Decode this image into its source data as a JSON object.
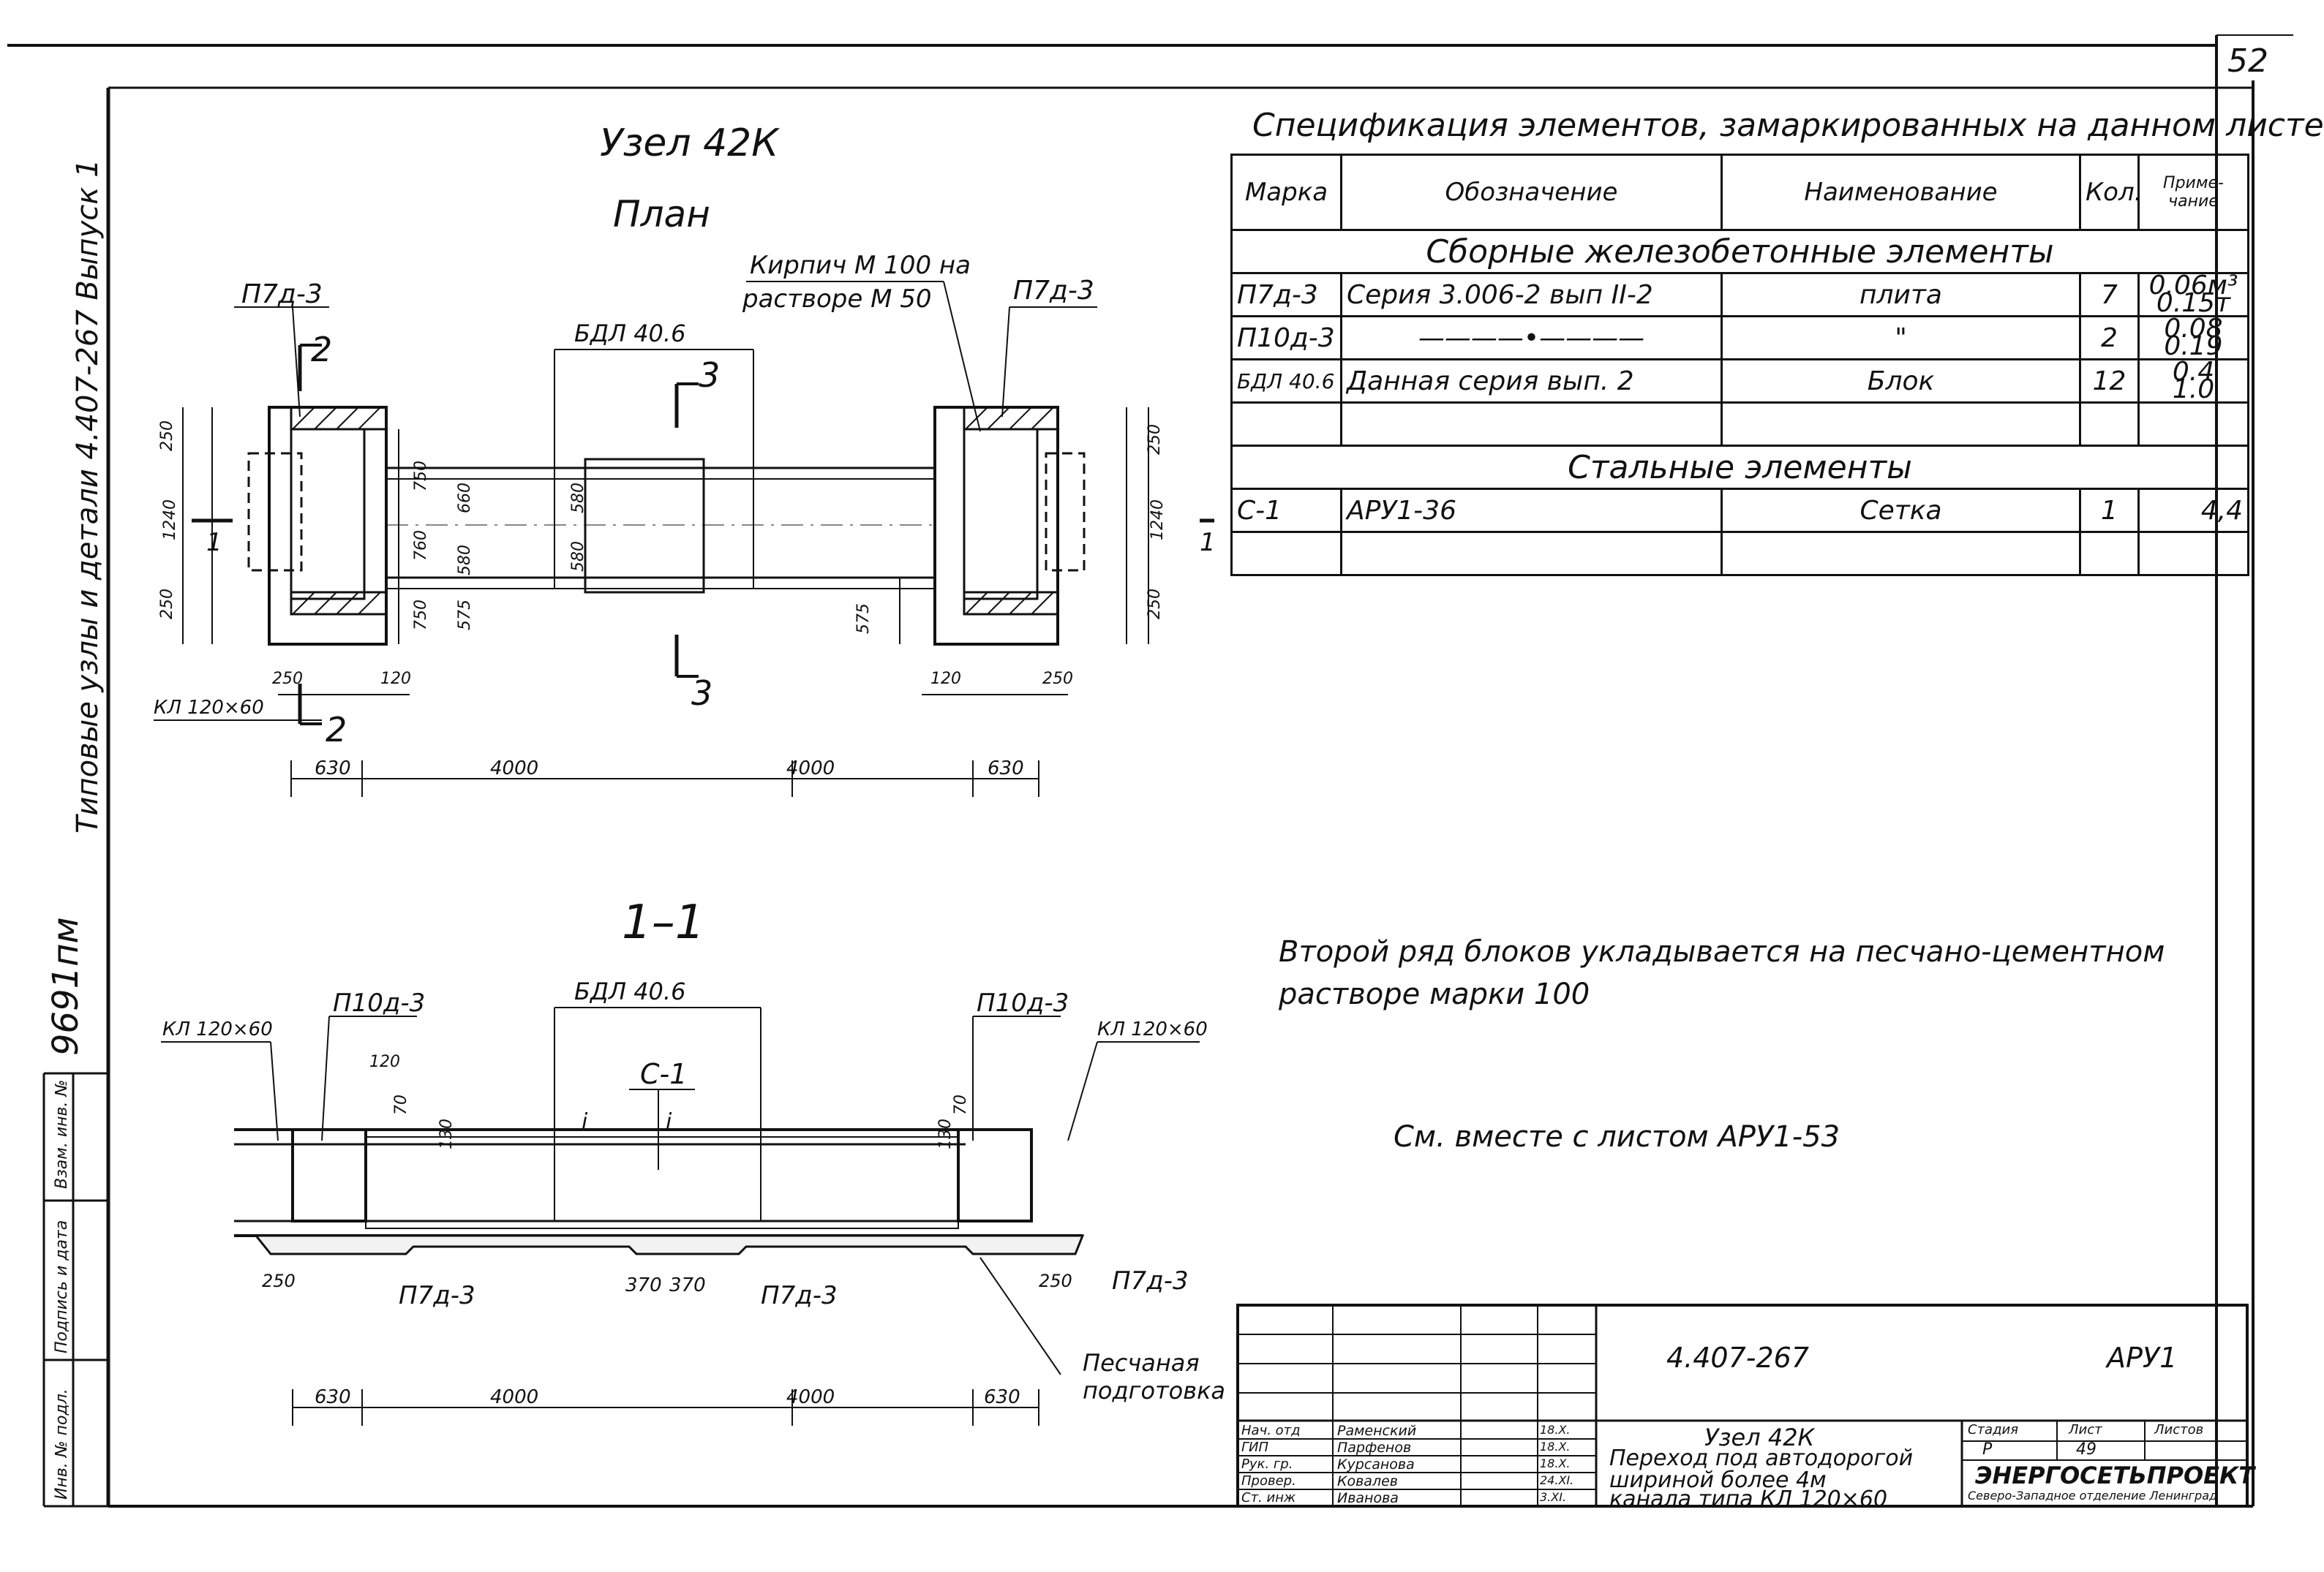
{
  "page_number": "52",
  "binding": {
    "series_title": "Типовые узлы и детали 4.407-267   Выпуск 1",
    "archive_no": "9691пм",
    "col_inv": "Инв. № подл.",
    "col_sign": "Подпись и дата",
    "col_replace": "Взам. инв. №"
  },
  "node_title": "Узел 42К",
  "plan": {
    "title": "План",
    "labels": {
      "p7d_left": "П7д-3",
      "p7d_right": "П7д-3",
      "brick": "Кирпич М 100 на",
      "brick2": "растворе М 50",
      "bdl": "БДЛ 40.6",
      "kl": "КЛ 120×60",
      "sec2_top": "2",
      "sec2_bot": "2",
      "sec3_top": "3",
      "sec3_bot": "3",
      "sec1_left": "1",
      "sec1_right": "1"
    },
    "dims": {
      "d250a": "250",
      "d1240": "1240",
      "d250b": "250",
      "d750a": "750",
      "d760": "760",
      "d750b": "750",
      "d660": "660",
      "d580a": "580",
      "d575a": "575",
      "d580b": "580",
      "d580c": "580",
      "d575b": "575",
      "d1240r": "1240",
      "d250r": "250",
      "d250r2": "250",
      "d250l": "250",
      "d120l": "120",
      "d120r": "120",
      "d250rr": "250",
      "d630a": "630",
      "d4000a": "4000",
      "d4000b": "4000",
      "d630b": "630"
    }
  },
  "section": {
    "title": "1–1",
    "labels": {
      "p10d_left": "П10д-3",
      "p10d_right": "П10д-3",
      "bdl": "БДЛ 40.6",
      "kl_left": "КЛ 120×60",
      "kl_right": "КЛ 120×60",
      "c1": "С-1",
      "i1": "i",
      "i2": "i",
      "p7d_left": "П7д-3",
      "p7d_mid": "П7д-3",
      "p7d_right": "П7д-3",
      "sand": "Песчаная",
      "sand2": "подготовка"
    },
    "dims": {
      "d120": "120",
      "d70a": "70",
      "d130": "130",
      "d130b": "130",
      "d70b": "70",
      "d250l": "250",
      "d370a": "370",
      "d370b": "370",
      "d250r": "250",
      "d630a": "630",
      "d4000a": "4000",
      "d4000b": "4000",
      "d630b": "630"
    }
  },
  "spec": {
    "title": "Спецификация элементов, замаркированных на данном листе",
    "headers": [
      "Марка",
      "Обозначение",
      "Наименование",
      "Кол.",
      "Приме-чание"
    ],
    "section_precast": "Сборные железобетонные элементы",
    "section_steel": "Стальные элементы",
    "rows_precast": [
      {
        "mark": "П7д-3",
        "designation": "Серия 3.006-2 вып II-2",
        "name": "плита",
        "qty": "7",
        "note_top": "0.06м³",
        "note_bot": "0.15т"
      },
      {
        "mark": "П10д-3",
        "designation": "————•————",
        "name": "\"",
        "qty": "2",
        "note_top": "0.08",
        "note_bot": "0.19"
      },
      {
        "mark": "БДЛ 40.6",
        "designation": "Данная серия вып. 2",
        "name": "Блок",
        "qty": "12",
        "note_top": "0.4",
        "note_bot": "1.0"
      }
    ],
    "rows_steel": [
      {
        "mark": "С-1",
        "designation": "АРУ1-36",
        "name": "Сетка",
        "qty": "1",
        "note": "4,4"
      }
    ]
  },
  "notes": {
    "line1": "Второй ряд блоков укладывается на песчано-цементном",
    "line2": "растворе марки 100",
    "line3": "См. вместе с листом АРУ1-53"
  },
  "stamp": {
    "code": "4.407-267",
    "sheet_code": "АРУ1",
    "roles": [
      "Нач. отд",
      "ГИП",
      "Рук. гр.",
      "Провер.",
      "Ст. инж"
    ],
    "names": [
      "Раменский",
      "Парфенов",
      "Курсанова",
      "Ковалев",
      "Иванова"
    ],
    "dates": [
      "18.X.",
      "18.X.",
      "18.X.",
      "24.XI.",
      "3.XI."
    ],
    "title_lines": [
      "Узел 42К",
      "Переход под автодорогой",
      "шириной более 4м",
      "канала типа КЛ 120×60"
    ],
    "stage_label": "Стадия",
    "sheet_label": "Лист",
    "sheets_label": "Листов",
    "stage": "Р",
    "sheet": "49",
    "org": "ЭНЕРГОСЕТЬПРОЕКТ",
    "org_branch": "Северо-Западное отделение Ленинград"
  }
}
